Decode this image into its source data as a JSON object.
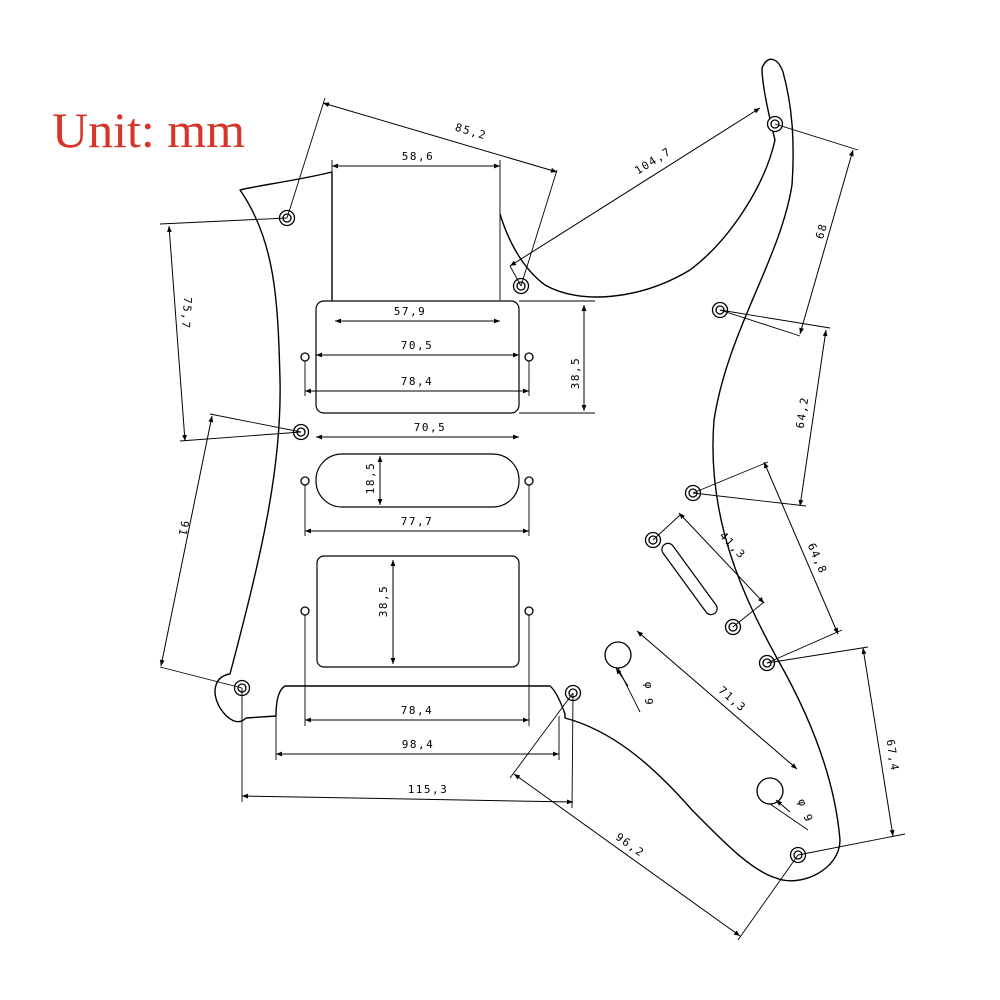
{
  "title": {
    "text": "Unit: mm",
    "color": "#d7352a"
  },
  "dimensions": {
    "top_span_85_2": "85,2",
    "neck_pocket_58_6": "58,6",
    "horn_104_7": "104,7",
    "neck_screw_75_7": "75,7",
    "screw_68": "68",
    "screw_64_2": "64,2",
    "neck_inner_57_9": "57,9",
    "neck_ring_70_5": "70,5",
    "neck_outer_78_4": "78,4",
    "neck_height_38_5": "38,5",
    "single_ring_70_5": "70,5",
    "single_height_18_5": "18,5",
    "single_outer_77_7": "77,7",
    "side_91": "91",
    "switch_41_3": "41,3",
    "screw_64_8": "64,8",
    "bridge_height_38_5": "38,5",
    "pot_71_3": "71,3",
    "pot_dia_upper": "φ 9",
    "pot_dia_lower": "φ 9",
    "screw_67_4": "67,4",
    "bridge_outer_78_4": "78,4",
    "bridge_cut_98_4": "98,4",
    "bottom_span_115_3": "115,3",
    "bottom_96_2": "96,2"
  }
}
